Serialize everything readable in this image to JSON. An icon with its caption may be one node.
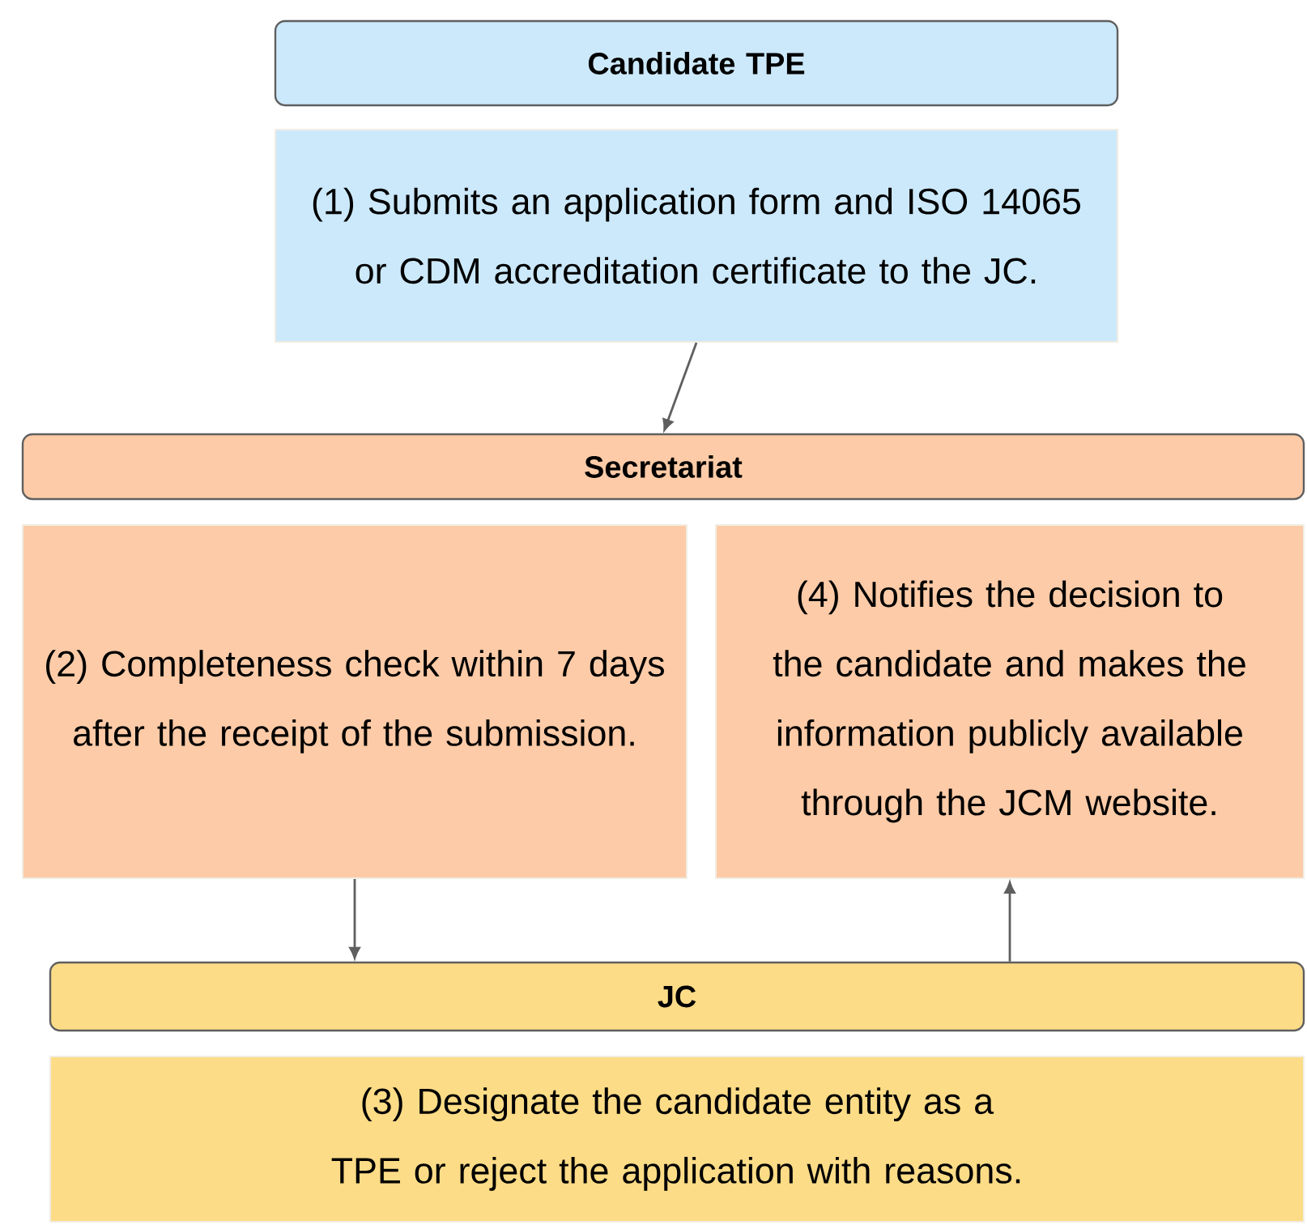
{
  "diagram": {
    "nodes": [
      {
        "text": [
          "Candidate TPE"
        ]
      },
      {
        "text": [
          "(1) Submits an application form and ISO 14065 or CDM accreditation certificate to the JC."
        ]
      },
      {
        "text": [
          "Secretariat"
        ]
      },
      {
        "text": [
          "(2) Completeness check within 7 days after the receipt of the submission."
        ]
      },
      {
        "text": [
          "(4) Notifies the decision to the candidate and makes the information publicly available through the JCM website."
        ]
      },
      {
        "text": [
          "JC"
        ]
      },
      {
        "text": [
          "(3) Designate the candidate entity as a TPE or reject the application with reasons."
        ]
      }
    ],
    "edges": [
      {
        "from": 1,
        "to": 2,
        "arrow": "to"
      },
      {
        "from": 3,
        "to": 5,
        "arrow": "to"
      },
      {
        "from": 5,
        "to": 4,
        "arrow": "to"
      }
    ]
  }
}
